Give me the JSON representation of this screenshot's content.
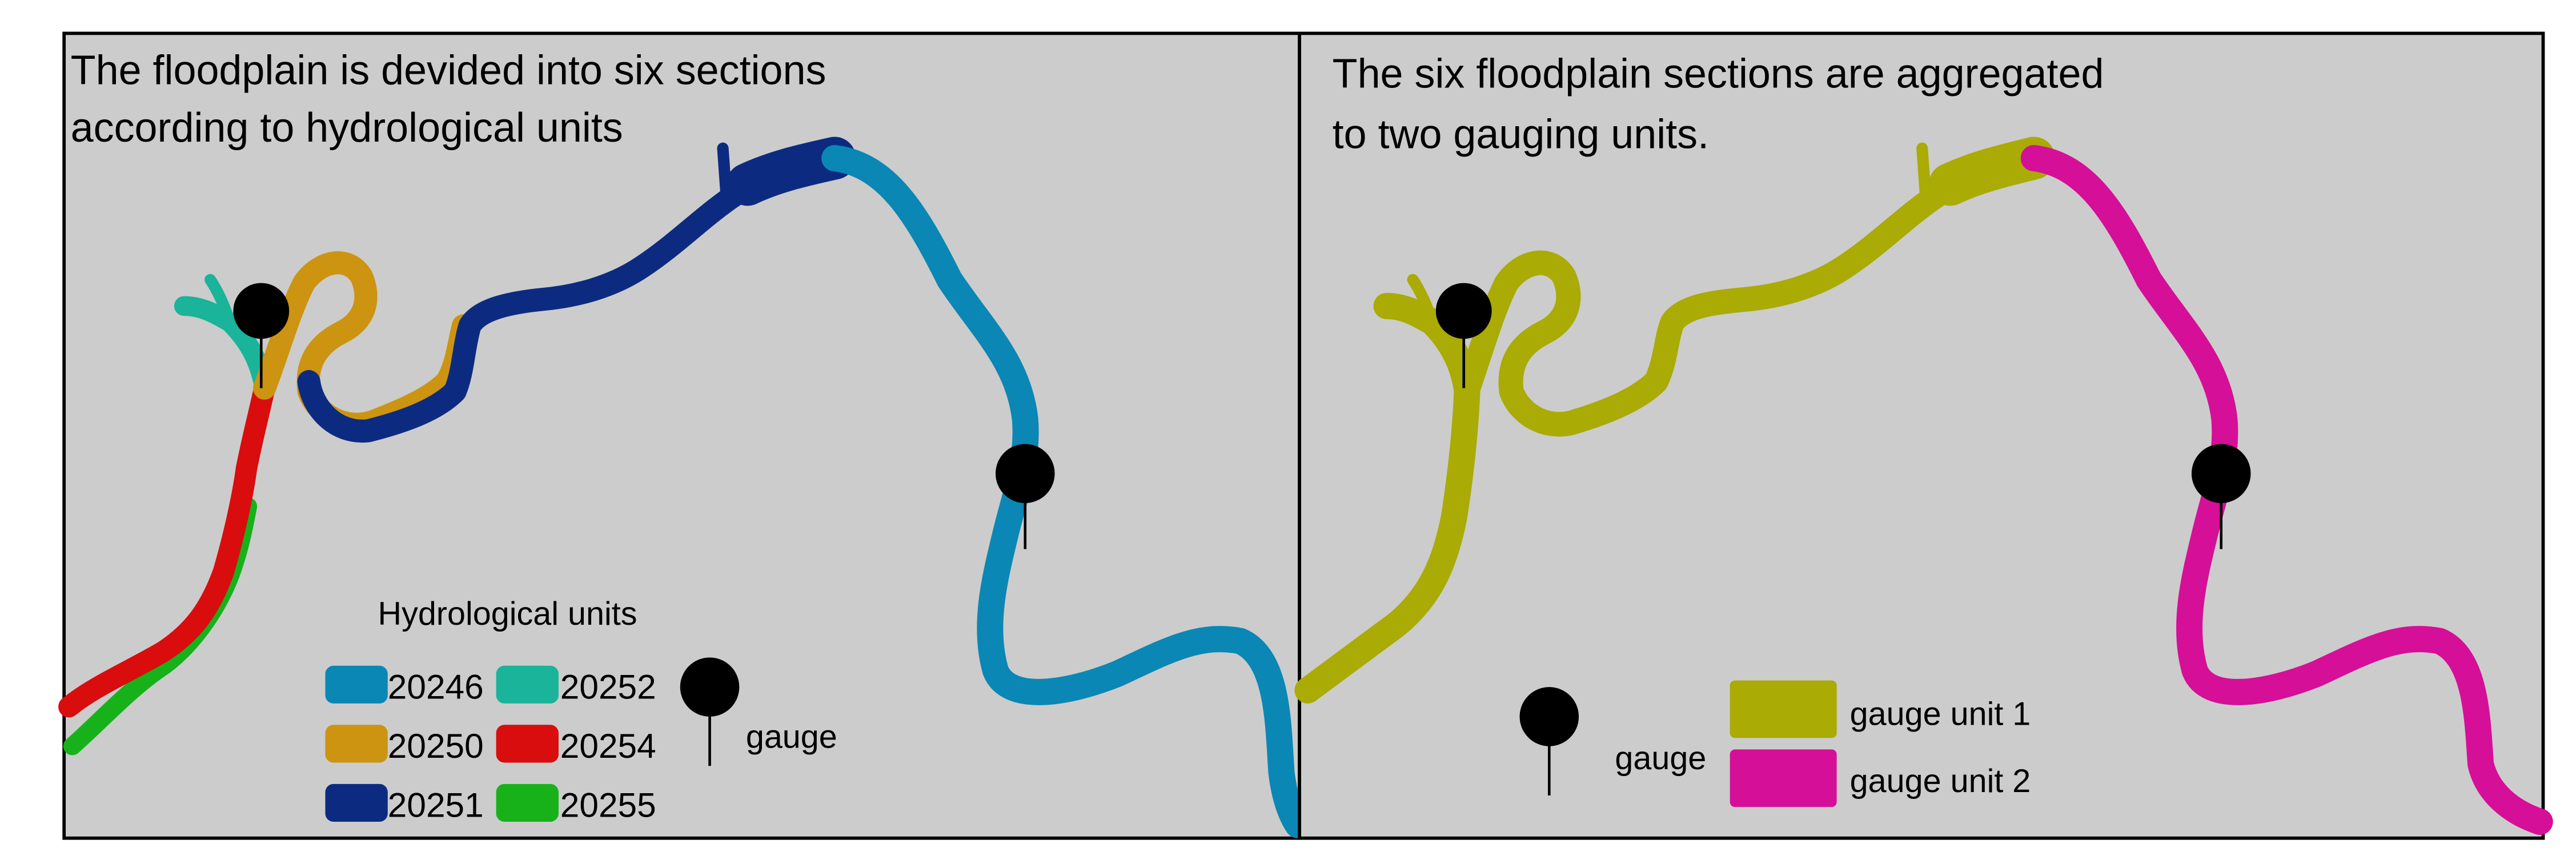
{
  "colors": {
    "background": "#cccccc",
    "frame": "#000000",
    "unit_20246": "#0a87b4",
    "unit_20250": "#cc9410",
    "unit_20251": "#0c2b80",
    "unit_20252": "#19b49a",
    "unit_20254": "#d90d0d",
    "unit_20255": "#17b21a",
    "gauge_unit_1": "#aaab04",
    "gauge_unit_2": "#d50f97",
    "gauge": "#000000"
  },
  "left_panel": {
    "title_line1": "The floodplain is devided into six sections",
    "title_line2": "according to hydrological units",
    "legend": {
      "heading": "Hydrological units",
      "items": [
        {
          "label": "20246",
          "color_key": "unit_20246"
        },
        {
          "label": "20252",
          "color_key": "unit_20252"
        },
        {
          "label": "20250",
          "color_key": "unit_20250"
        },
        {
          "label": "20254",
          "color_key": "unit_20254"
        },
        {
          "label": "20251",
          "color_key": "unit_20251"
        },
        {
          "label": "20255",
          "color_key": "unit_20255"
        }
      ],
      "gauge_label": "gauge"
    }
  },
  "right_panel": {
    "title_line1": "The six floodplain sections are aggregated",
    "title_line2": "to two gauging units.",
    "legend": {
      "gauge_label": "gauge",
      "items": [
        {
          "label": "gauge unit 1",
          "color_key": "gauge_unit_1"
        },
        {
          "label": "gauge unit 2",
          "color_key": "gauge_unit_2"
        }
      ]
    }
  }
}
